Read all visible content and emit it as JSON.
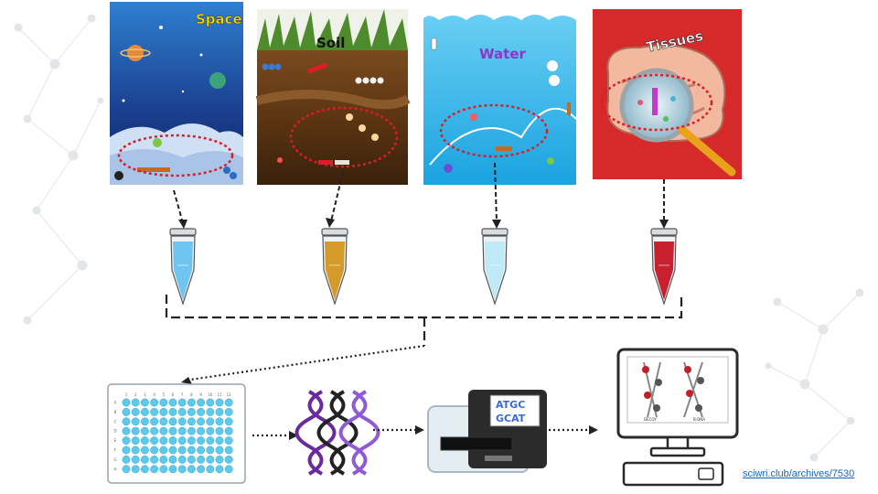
{
  "panels": {
    "space": {
      "label": "Space"
    },
    "soil": {
      "label": "Soil"
    },
    "water": {
      "label": "Water"
    },
    "tissues": {
      "label": "Tissues"
    }
  },
  "sequencer": {
    "line1": "ATGC",
    "line2": "GCAT"
  },
  "monitor": {
    "left_caption": "DECOY",
    "right_caption": "B-DNA"
  },
  "plate": {
    "columns": [
      "1",
      "2",
      "3",
      "4",
      "5",
      "6",
      "7",
      "8",
      "9",
      "10",
      "11",
      "12"
    ],
    "rows": [
      "A",
      "B",
      "C",
      "D",
      "E",
      "F",
      "G",
      "H"
    ]
  },
  "tubes": [
    {
      "name": "space",
      "color": "#6ec6f0"
    },
    {
      "name": "soil",
      "color": "#d49a2a"
    },
    {
      "name": "water",
      "color": "#bfe9f7"
    },
    {
      "name": "tissues",
      "color": "#c8202e"
    }
  ],
  "colors": {
    "well": "#5ec9ea",
    "ellipse": "#d91f26",
    "helix_purple": "#6a2a9e"
  },
  "credit": {
    "text": "sciwri.club/archives/7530"
  }
}
